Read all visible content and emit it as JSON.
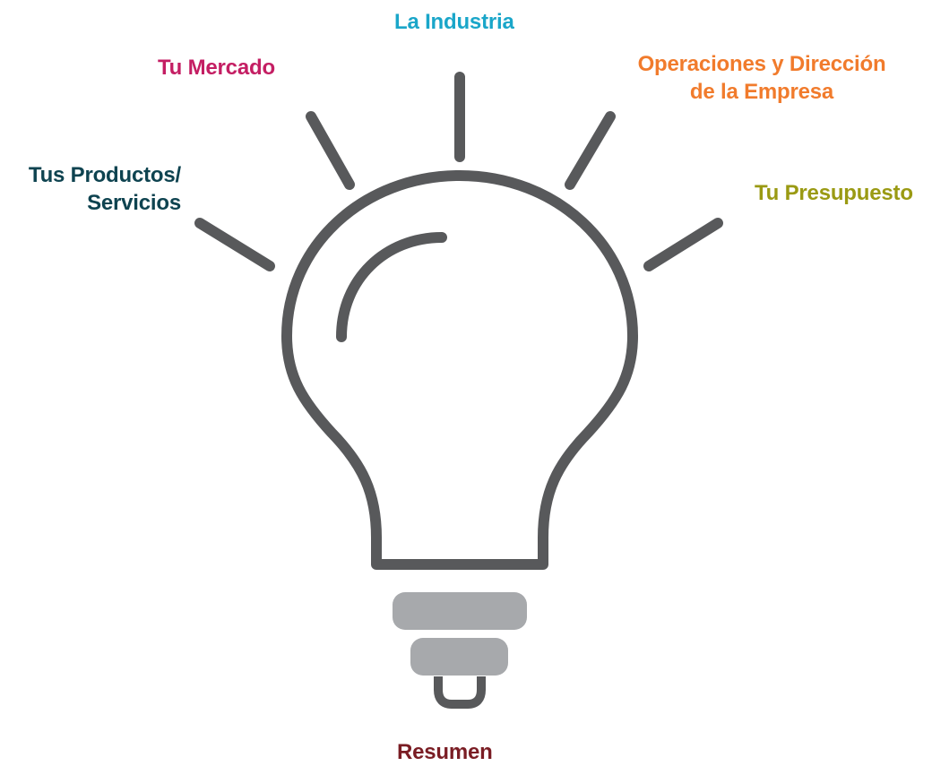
{
  "labels": {
    "industria": "La Industria",
    "mercado": "Tu Mercado",
    "operaciones_line1": "Operaciones y Dirección",
    "operaciones_line2": "de la Empresa",
    "productos_line1": "Tus Productos/",
    "productos_line2": "Servicios",
    "presupuesto": "Tu Presupuesto",
    "resumen": "Resumen"
  },
  "colors": {
    "industria": "#1aa6c9",
    "mercado": "#c41e63",
    "operaciones": "#f17b2c",
    "productos": "#0e4350",
    "presupuesto": "#9a9a13",
    "resumen": "#7a1d24",
    "bulb_outline": "#58595b",
    "bulb_base": "#a7a9ac"
  },
  "icons": {
    "bulb": "lightbulb-icon"
  }
}
